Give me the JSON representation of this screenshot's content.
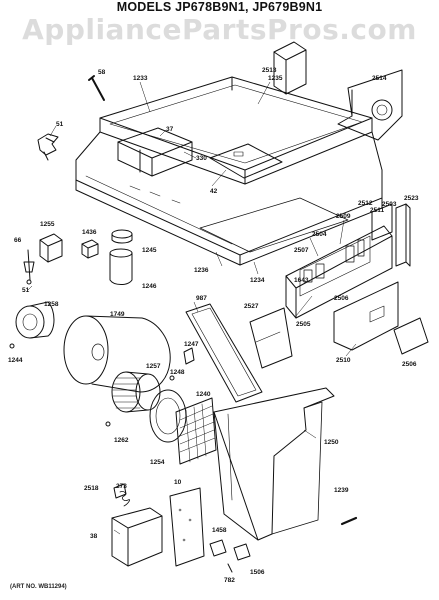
{
  "header": {
    "title": "MODELS JP678B9N1, JP679B9N1"
  },
  "watermark": {
    "text": "AppliancePartsPros.com"
  },
  "footer": {
    "art_number": "(ART NO. WB11294)"
  },
  "callouts": [
    {
      "id": "c-58",
      "label": "58"
    },
    {
      "id": "c-1233",
      "label": "1233"
    },
    {
      "id": "c-1235",
      "label": "1235"
    },
    {
      "id": "c-2513",
      "label": "2513"
    },
    {
      "id": "c-2514",
      "label": "2514"
    },
    {
      "id": "c-51a",
      "label": "51"
    },
    {
      "id": "c-37",
      "label": "37"
    },
    {
      "id": "c-330",
      "label": "330"
    },
    {
      "id": "c-42",
      "label": "42"
    },
    {
      "id": "c-2512",
      "label": "2512"
    },
    {
      "id": "c-2511",
      "label": "2511"
    },
    {
      "id": "c-2503",
      "label": "2503"
    },
    {
      "id": "c-2523",
      "label": "2523"
    },
    {
      "id": "c-1255",
      "label": "1255"
    },
    {
      "id": "c-1436",
      "label": "1436"
    },
    {
      "id": "c-1245",
      "label": "1245"
    },
    {
      "id": "c-66",
      "label": "66"
    },
    {
      "id": "c-1236",
      "label": "1236"
    },
    {
      "id": "c-1234",
      "label": "1234"
    },
    {
      "id": "c-2504",
      "label": "2504"
    },
    {
      "id": "c-2509",
      "label": "2509"
    },
    {
      "id": "c-2507",
      "label": "2507"
    },
    {
      "id": "c-1246",
      "label": "1246"
    },
    {
      "id": "c-51b",
      "label": "51"
    },
    {
      "id": "c-1643",
      "label": "1643"
    },
    {
      "id": "c-2506a",
      "label": "2506"
    },
    {
      "id": "c-1258",
      "label": "1258"
    },
    {
      "id": "c-987",
      "label": "987"
    },
    {
      "id": "c-2527",
      "label": "2527"
    },
    {
      "id": "c-1749",
      "label": "1749"
    },
    {
      "id": "c-1244",
      "label": "1244"
    },
    {
      "id": "c-2505",
      "label": "2505"
    },
    {
      "id": "c-2510",
      "label": "2510"
    },
    {
      "id": "c-2506b",
      "label": "2506"
    },
    {
      "id": "c-1247",
      "label": "1247"
    },
    {
      "id": "c-1257",
      "label": "1257"
    },
    {
      "id": "c-1248",
      "label": "1248"
    },
    {
      "id": "c-1240",
      "label": "1240"
    },
    {
      "id": "c-1262",
      "label": "1262"
    },
    {
      "id": "c-1254",
      "label": "1254"
    },
    {
      "id": "c-1250",
      "label": "1250"
    },
    {
      "id": "c-2518",
      "label": "2518"
    },
    {
      "id": "c-273",
      "label": "273"
    },
    {
      "id": "c-10",
      "label": "10"
    },
    {
      "id": "c-1239",
      "label": "1239"
    },
    {
      "id": "c-38",
      "label": "38"
    },
    {
      "id": "c-1458",
      "label": "1458"
    },
    {
      "id": "c-1506",
      "label": "1506"
    },
    {
      "id": "c-782",
      "label": "782"
    }
  ]
}
